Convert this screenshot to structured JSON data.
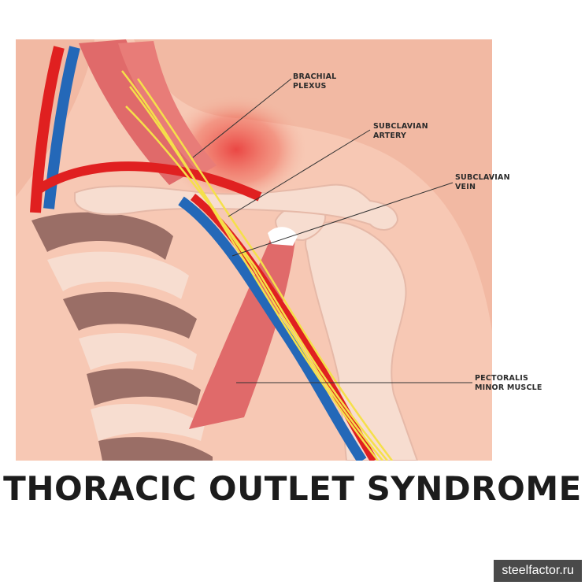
{
  "labels": {
    "brachial_plexus": [
      "BRACHIAL",
      "PLEXUS"
    ],
    "subclavian_artery": [
      "SUBCLAVIAN",
      "ARTERY"
    ],
    "subclavian_vein": [
      "SUBCLAVIAN",
      "VEIN"
    ],
    "pectoralis_minor": [
      "PECTORALIS",
      "MINOR MUSCLE"
    ]
  },
  "title": "THORACIC OUTLET SYNDROME",
  "watermark": "steelfactor.ru",
  "colors": {
    "background_skin": "#f2b9a3",
    "body_skin": "#f7c8b4",
    "bone": "#f7ddd0",
    "rib_dark": "#9a6e66",
    "muscle": "#e06a6a",
    "artery": "#e02020",
    "vein": "#2468b8",
    "nerve": "#f5e04a",
    "inflammation": "#e83030"
  }
}
